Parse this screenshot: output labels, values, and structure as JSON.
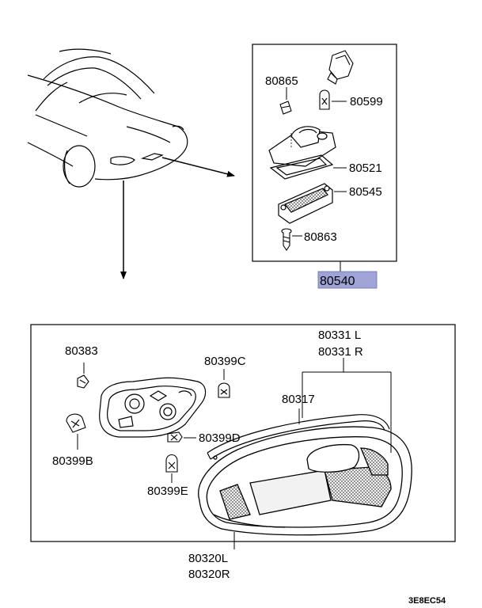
{
  "upper_box": {
    "labels": {
      "p80865": "80865",
      "p80599": "80599",
      "p80521": "80521",
      "p80545": "80545",
      "p80863": "80863"
    },
    "assembly": "80540",
    "assembly_highlight_color": "#9fa3d6"
  },
  "lower_box": {
    "labels": {
      "p80383": "80383",
      "p80399c": "80399C",
      "p80331l": "80331 L",
      "p80331r": "80331 R",
      "p80317": "80317",
      "p80399b": "80399B",
      "p80399d": "80399D",
      "p80399e": "80399E",
      "p80320l": "80320L",
      "p80320r": "80320R"
    }
  },
  "figure_code": "3E8EC54"
}
